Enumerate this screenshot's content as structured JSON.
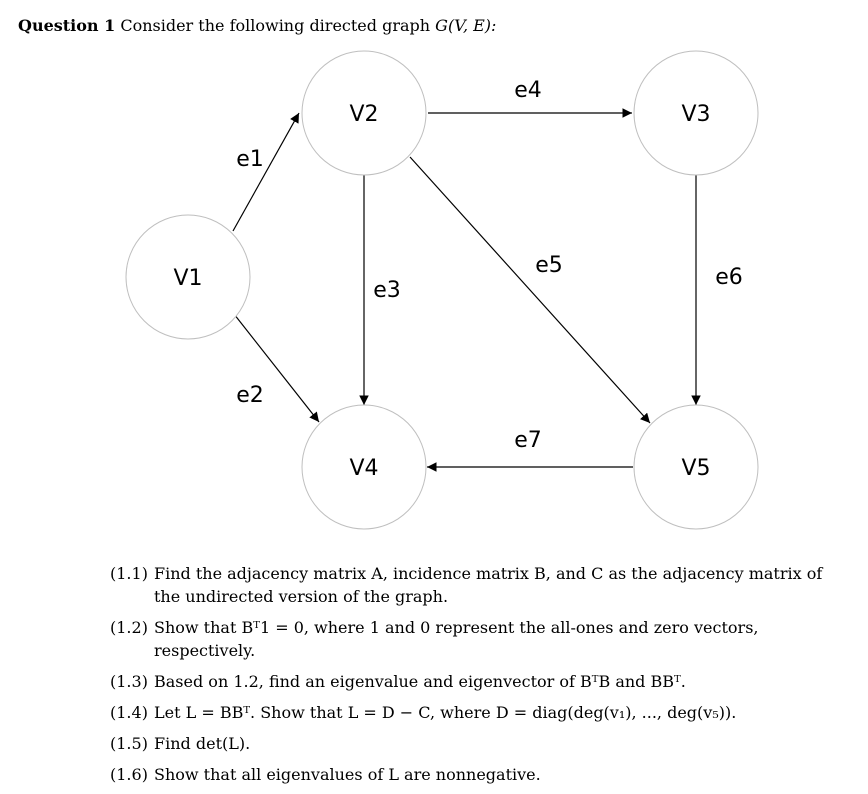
{
  "header": {
    "question_label": "Question 1",
    "intro": "Consider the following directed graph",
    "graph_symbol": "G(V, E):"
  },
  "graph": {
    "nodes": [
      {
        "id": "V1",
        "label": "V1"
      },
      {
        "id": "V2",
        "label": "V2"
      },
      {
        "id": "V3",
        "label": "V3"
      },
      {
        "id": "V4",
        "label": "V4"
      },
      {
        "id": "V5",
        "label": "V5"
      }
    ],
    "edges": [
      {
        "label": "e1",
        "from": "V1",
        "to": "V2"
      },
      {
        "label": "e2",
        "from": "V1",
        "to": "V4"
      },
      {
        "label": "e3",
        "from": "V2",
        "to": "V4"
      },
      {
        "label": "e4",
        "from": "V2",
        "to": "V3"
      },
      {
        "label": "e5",
        "from": "V2",
        "to": "V5"
      },
      {
        "label": "e6",
        "from": "V3",
        "to": "V5"
      },
      {
        "label": "e7",
        "from": "V5",
        "to": "V4"
      }
    ]
  },
  "questions": [
    {
      "num": "(1.1)",
      "text": "Find the adjacency matrix A, incidence matrix B, and C as the adjacency matrix of the undirected version of the graph."
    },
    {
      "num": "(1.2)",
      "text": "Show that Bᵀ1 = 0, where 1 and 0 represent the all-ones and zero vectors, respectively."
    },
    {
      "num": "(1.3)",
      "text": "Based on 1.2, find an eigenvalue and eigenvector of BᵀB and BBᵀ."
    },
    {
      "num": "(1.4)",
      "text": "Let L = BBᵀ. Show that L = D − C, where D = diag(deg(v₁), ..., deg(v₅))."
    },
    {
      "num": "(1.5)",
      "text": "Find det(L)."
    },
    {
      "num": "(1.6)",
      "text": "Show that all eigenvalues of L are nonnegative."
    }
  ]
}
